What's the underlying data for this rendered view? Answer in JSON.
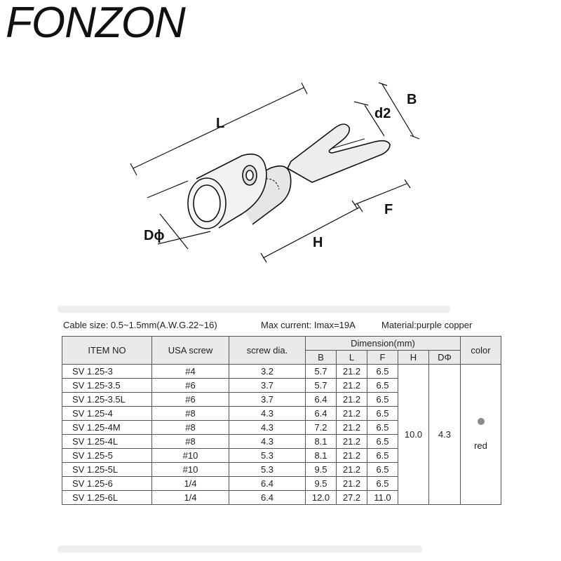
{
  "brand": "FONZON",
  "diagram_labels": {
    "L": "L",
    "B": "B",
    "d2": "d2",
    "F": "F",
    "H": "H",
    "D": "Dϕ"
  },
  "info": {
    "cable": "Cable size: 0.5~1.5mm(A.W.G.22~16)",
    "current": "Max current: Imax=19A",
    "material": "Material:purple copper"
  },
  "table": {
    "headers": {
      "item": "ITEM NO",
      "usa": "USA screw",
      "dia": "screw dia.",
      "dimension": "Dimension(mm)",
      "color": "color"
    },
    "sub_headers": [
      "B",
      "L",
      "F",
      "H",
      "DΦ"
    ],
    "shared": {
      "H": "10.0",
      "D": "4.3",
      "color": "red",
      "color_hex": "#8a8a8a"
    },
    "rows": [
      {
        "item": "SV  1.25-3",
        "usa": "#4",
        "dia": "3.2",
        "B": "5.7",
        "L": "21.2",
        "F": "6.5"
      },
      {
        "item": "SV  1.25-3.5",
        "usa": "#6",
        "dia": "3.7",
        "B": "5.7",
        "L": "21.2",
        "F": "6.5"
      },
      {
        "item": "SV  1.25-3.5L",
        "usa": "#6",
        "dia": "3.7",
        "B": "6.4",
        "L": "21.2",
        "F": "6.5"
      },
      {
        "item": "SV  1.25-4",
        "usa": "#8",
        "dia": "4.3",
        "B": "6.4",
        "L": "21.2",
        "F": "6.5"
      },
      {
        "item": "SV  1.25-4M",
        "usa": "#8",
        "dia": "4.3",
        "B": "7.2",
        "L": "21.2",
        "F": "6.5"
      },
      {
        "item": "SV  1.25-4L",
        "usa": "#8",
        "dia": "4.3",
        "B": "8.1",
        "L": "21.2",
        "F": "6.5"
      },
      {
        "item": "SV  1.25-5",
        "usa": "#10",
        "dia": "5.3",
        "B": "8.1",
        "L": "21.2",
        "F": "6.5"
      },
      {
        "item": "SV  1.25-5L",
        "usa": "#10",
        "dia": "5.3",
        "B": "9.5",
        "L": "21.2",
        "F": "6.5"
      },
      {
        "item": "SV  1.25-6",
        "usa": "1/4",
        "dia": "6.4",
        "B": "9.5",
        "L": "21.2",
        "F": "6.5"
      },
      {
        "item": "SV  1.25-6L",
        "usa": "1/4",
        "dia": "6.4",
        "B": "12.0",
        "L": "27.2",
        "F": "11.0"
      }
    ]
  }
}
